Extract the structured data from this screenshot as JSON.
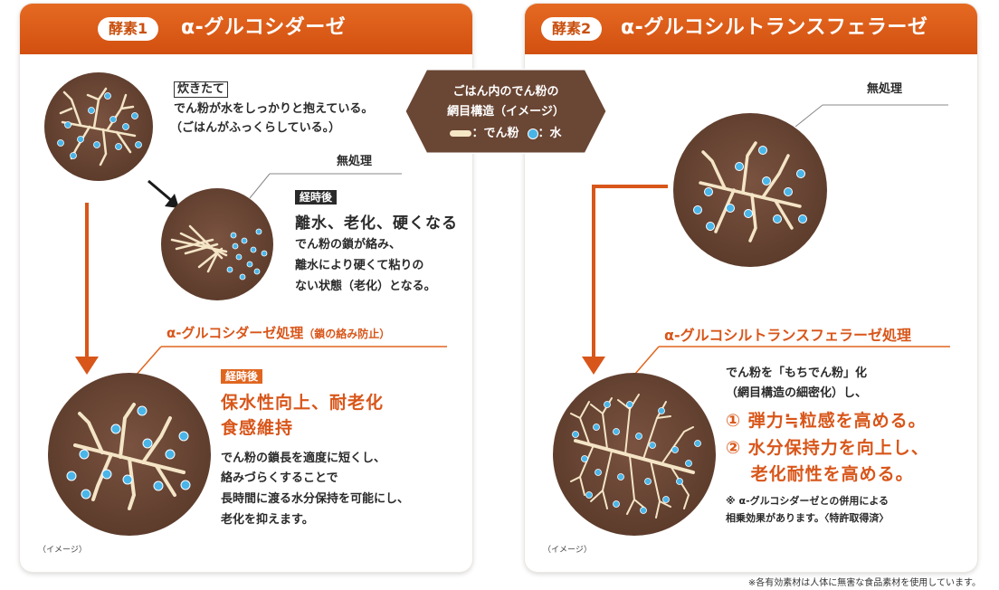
{
  "legend": {
    "line1": "ごはん内のでん粉の",
    "line2": "網目構造（イメージ）",
    "starch_label": "：でん粉",
    "water_label": "：水"
  },
  "enzyme1": {
    "badge": "酵素1",
    "title": "α-グルコシダーゼ",
    "fresh_tag": "炊きたて",
    "fresh_lines": [
      "でん粉が水をしっかりと抱えている。",
      "（ごはんがふっくらしている。）"
    ],
    "untreated_label": "無処理",
    "aged_tag": "経時後",
    "aged_heading": "離水、老化、硬くなる",
    "aged_lines": [
      "でん粉の鎖が絡み、",
      "離水により硬くて粘りの",
      "ない状態（老化）となる。"
    ],
    "process_title": "α-グルコシダーゼ処理",
    "process_sub": "（鎖の絡み防止）",
    "result_tag": "経時後",
    "result_headings": [
      "保水性向上、耐老化",
      "食感維持"
    ],
    "result_lines": [
      "でん粉の鎖長を適度に短くし、",
      "絡みづらくすることで",
      "長時間に渡る水分保持を可能にし、",
      "老化を抑えます。"
    ],
    "image_note": "（イメージ）"
  },
  "enzyme2": {
    "badge": "酵素2",
    "title": "α-グルコシルトランスフェラーゼ",
    "untreated_label": "無処理",
    "process_title": "α-グルコシルトランスフェラーゼ処理",
    "result_lines": [
      "でん粉を「もちでん粉」化",
      "（網目構造の細密化）し、"
    ],
    "result_points": [
      "① 弾力≒粒感を高める。",
      "② 水分保持力を向上し、",
      "　 老化耐性を高める。"
    ],
    "footnote_lines": [
      "※ α-グルコシダーゼとの併用による",
      "相乗効果があります。〈特許取得済〉"
    ],
    "image_note": "（イメージ）"
  },
  "footer": "※各有効素材は人体に無害な食品素材を使用しています。",
  "colors": {
    "band": "#d95a14",
    "accent_text": "#d8561a",
    "circle_bg": "#6a4634",
    "starch": "#f4e5c6",
    "water": "#4ab5e8",
    "legend_bg": "#6a4634"
  },
  "icons": [
    "arrow-down-icon",
    "arrow-diagonal-icon",
    "starch-swatch-icon",
    "water-drop-icon"
  ]
}
